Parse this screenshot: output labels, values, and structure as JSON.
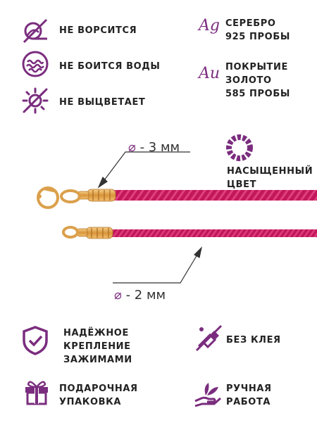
{
  "features_top": [
    {
      "icon": "no-pilling-icon",
      "label": "НЕ ВОРСИТСЯ"
    },
    {
      "icon": "water-resistant-icon",
      "label": "НЕ БОИТСЯ ВОДЫ"
    },
    {
      "icon": "no-fade-sun-icon",
      "label": "НЕ ВЫЦВЕТАЕТ"
    }
  ],
  "metals": [
    {
      "symbol": "Ag",
      "lines": [
        "СЕРЕБРО",
        "925 ПРОБЫ"
      ]
    },
    {
      "symbol": "Au",
      "lines": [
        "ПОКРЫТИЕ",
        "ЗОЛОТО",
        "585 ПРОБЫ"
      ]
    }
  ],
  "dimensions": {
    "diameter_symbol": "⌀",
    "large": "- 3 мм",
    "small": "- 2 мм"
  },
  "color_feature": {
    "icon": "rich-color-icon",
    "lines": [
      "НАСЫЩЕННЫЙ",
      "ЦВЕТ"
    ]
  },
  "features_bottom": [
    {
      "icon": "shield-check-icon",
      "lines": [
        "НАДЁЖНОЕ",
        "КРЕПЛЕНИЕ",
        "ЗАЖИМАМИ"
      ]
    },
    {
      "icon": "no-glue-icon",
      "lines": [
        "БЕЗ КЛЕЯ"
      ]
    },
    {
      "icon": "gift-icon",
      "lines": [
        "ПОДАРОЧНАЯ",
        "УПАКОВКА"
      ]
    },
    {
      "icon": "handmade-icon",
      "lines": [
        "РУЧНАЯ",
        "РАБОТА"
      ]
    }
  ],
  "colors": {
    "accent": "#7a2d7e",
    "cord": "#c2185b",
    "gold": "#e3a54a"
  }
}
